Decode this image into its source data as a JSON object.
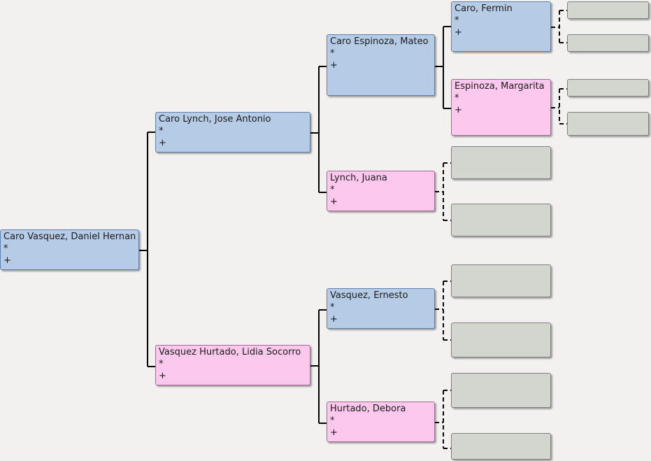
{
  "pedigree": {
    "birth_marker": "*",
    "death_marker": "+",
    "people": [
      {
        "key": "p1",
        "name": "Caro Vasquez, Daniel Hernan",
        "gender": "male"
      },
      {
        "key": "p2",
        "name": "Caro Lynch, Jose Antonio",
        "gender": "male"
      },
      {
        "key": "p3",
        "name": "Vasquez Hurtado, Lidia Socorro",
        "gender": "female"
      },
      {
        "key": "p4",
        "name": "Caro Espinoza, Mateo",
        "gender": "male"
      },
      {
        "key": "p5",
        "name": "Lynch, Juana",
        "gender": "female"
      },
      {
        "key": "p6",
        "name": "Vasquez, Ernesto",
        "gender": "male"
      },
      {
        "key": "p7",
        "name": "Hurtado, Debora",
        "gender": "female"
      },
      {
        "key": "p8",
        "name": "Caro, Fermin",
        "gender": "male"
      },
      {
        "key": "p9",
        "name": "Espinoza, Margarita",
        "gender": "female"
      }
    ]
  },
  "colors": {
    "male_box": "#b6cce6",
    "female_box": "#fcc8ee",
    "empty_box": "#d3d6cf",
    "background": "#f2f1f0"
  }
}
